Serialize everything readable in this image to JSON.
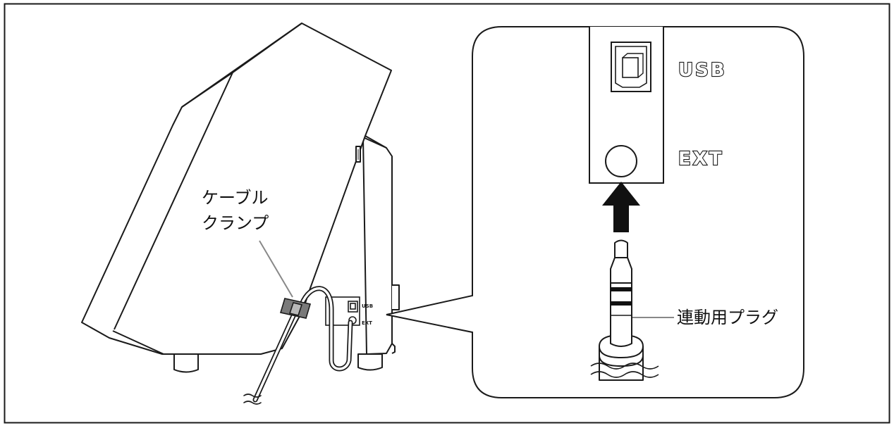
{
  "labels": {
    "cable_clamp_line1": "ケーブル",
    "cable_clamp_line2": "クランプ",
    "plug": "連動用プラグ"
  },
  "ports": {
    "usb": "USB",
    "ext": "EXT"
  },
  "colors": {
    "stroke": "#1a1a1a",
    "background": "#ffffff",
    "clamp_fill": "#7a7a7a",
    "arrow_fill": "#111111"
  }
}
